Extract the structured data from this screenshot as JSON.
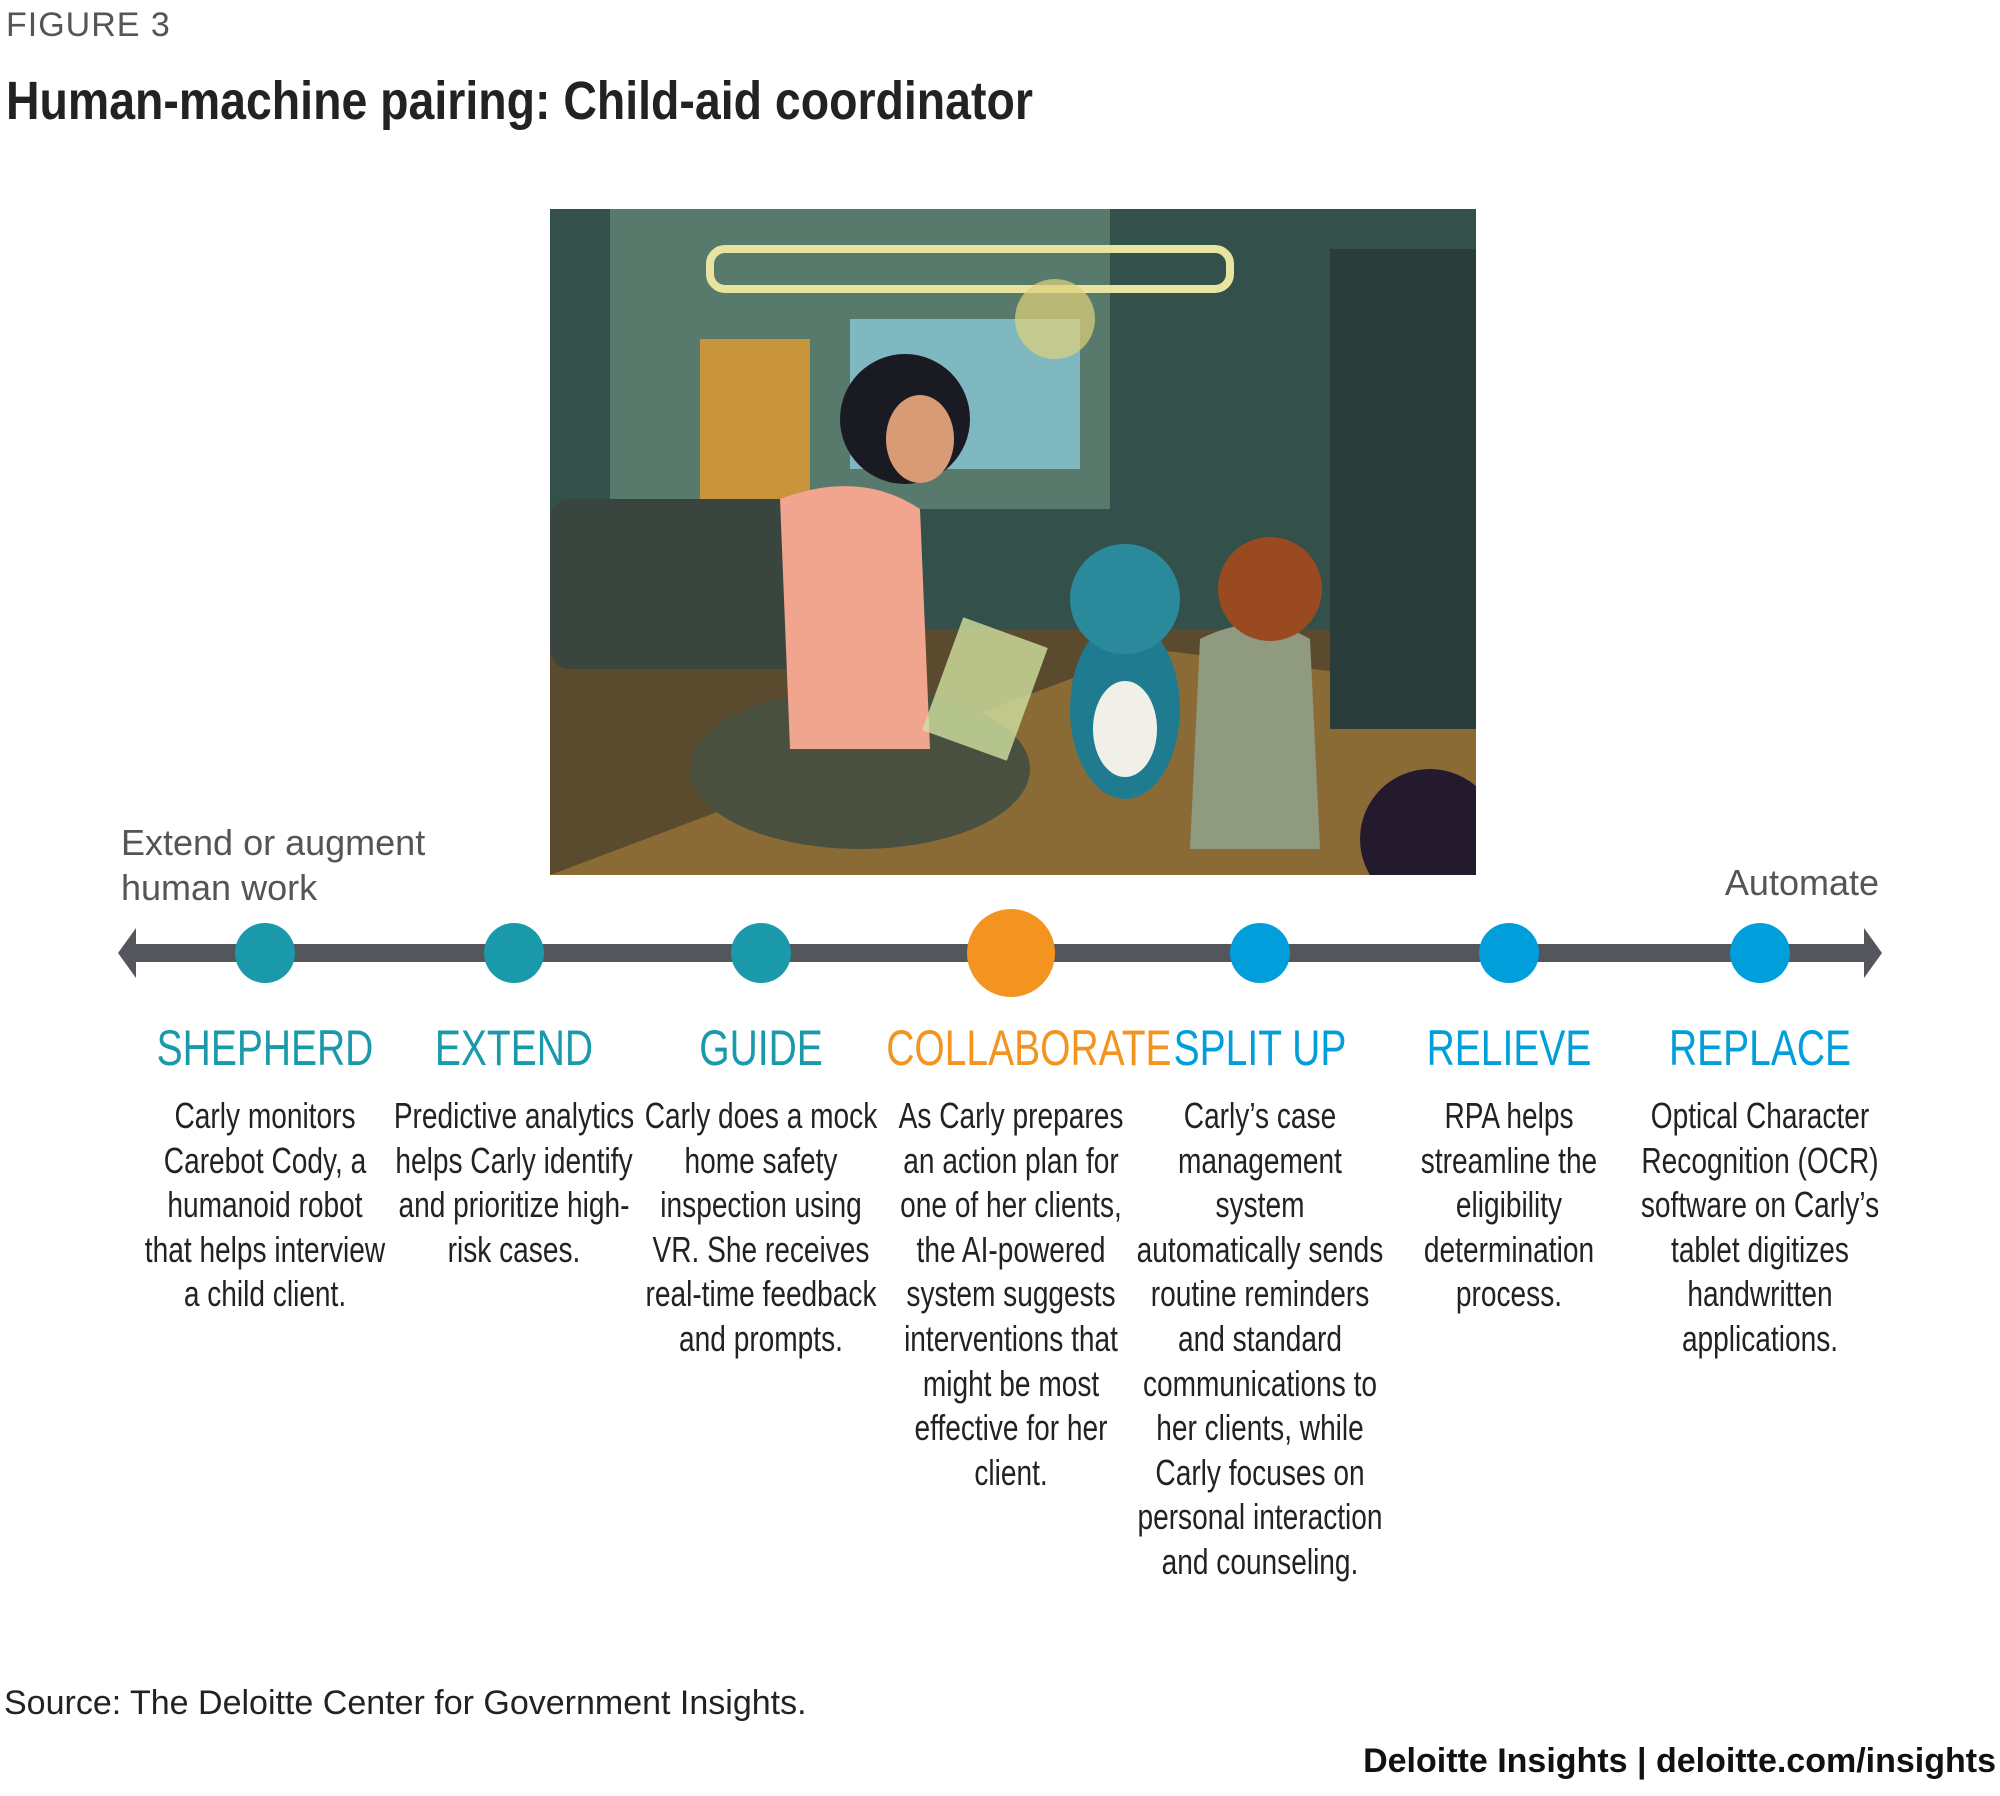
{
  "figure_label": "FIGURE 3",
  "title": "Human-machine pairing: Child-aid coordinator",
  "axis": {
    "left_label_line1": "Extend or augment",
    "left_label_line2": "human work",
    "right_label": "Automate"
  },
  "colors": {
    "teal": "#1a99ab",
    "blue": "#009fdb",
    "orange": "#f39420",
    "line": "#53565a"
  },
  "steps": [
    {
      "label": "SHEPHERD",
      "desc": "Carly monitors Carebot Cody, a humanoid robot that helps interview a child client.",
      "color": "#1a99ab"
    },
    {
      "label": "EXTEND",
      "desc": "Predictive analytics helps Carly identify and prioritize high-risk cases.",
      "color": "#1a99ab"
    },
    {
      "label": "GUIDE",
      "desc": "Carly does a mock home safety inspection using VR. She receives real-time feedback and prompts.",
      "color": "#1a99ab"
    },
    {
      "label": "COLLABORATE",
      "desc": "As Carly prepares an action plan for one of her clients, the AI-powered system suggests interventions that might be most effective for her client.",
      "color": "#f39420"
    },
    {
      "label": "SPLIT UP",
      "desc": "Carly’s case management system automatically sends routine reminders and standard communications to her clients, while Carly focuses on personal interaction and counseling.",
      "color": "#009fdb"
    },
    {
      "label": "RELIEVE",
      "desc": "RPA helps streamline the eligibility determination process.",
      "color": "#009fdb"
    },
    {
      "label": "REPLACE",
      "desc": "Optical Character Recognition (OCR) software on Carly’s tablet digitizes handwritten applications.",
      "color": "#009fdb"
    }
  ],
  "source": "Source: The Deloitte Center for Government Insights.",
  "footer": "Deloitte Insights | deloitte.com/insights"
}
